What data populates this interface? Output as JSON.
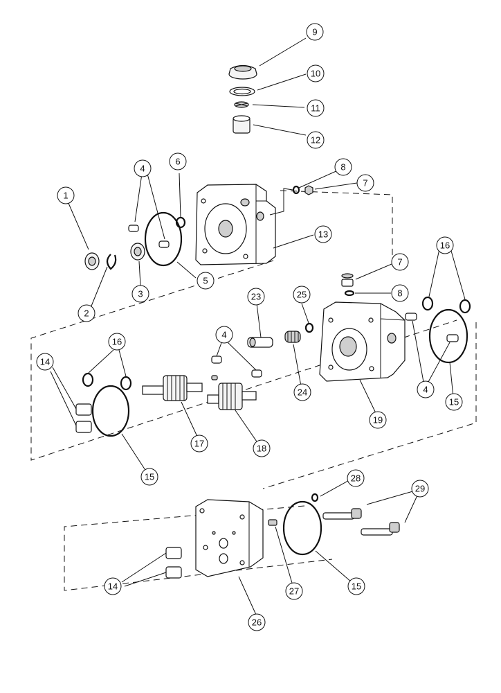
{
  "diagram": {
    "callouts": [
      {
        "id": "c9",
        "label": "9"
      },
      {
        "id": "c10",
        "label": "10"
      },
      {
        "id": "c11",
        "label": "11"
      },
      {
        "id": "c12",
        "label": "12"
      },
      {
        "id": "c1",
        "label": "1"
      },
      {
        "id": "c4a",
        "label": "4"
      },
      {
        "id": "c6",
        "label": "6"
      },
      {
        "id": "c8a",
        "label": "8"
      },
      {
        "id": "c7a",
        "label": "7"
      },
      {
        "id": "c13",
        "label": "13"
      },
      {
        "id": "c2",
        "label": "2"
      },
      {
        "id": "c3",
        "label": "3"
      },
      {
        "id": "c5",
        "label": "5"
      },
      {
        "id": "c16a",
        "label": "16"
      },
      {
        "id": "c7b",
        "label": "7"
      },
      {
        "id": "c8b",
        "label": "8"
      },
      {
        "id": "c23",
        "label": "23"
      },
      {
        "id": "c25",
        "label": "25"
      },
      {
        "id": "c4b",
        "label": "4"
      },
      {
        "id": "c16b",
        "label": "16"
      },
      {
        "id": "c14a",
        "label": "14"
      },
      {
        "id": "c24",
        "label": "24"
      },
      {
        "id": "c19",
        "label": "19"
      },
      {
        "id": "c4c",
        "label": "4"
      },
      {
        "id": "c15a",
        "label": "15"
      },
      {
        "id": "c17",
        "label": "17"
      },
      {
        "id": "c18",
        "label": "18"
      },
      {
        "id": "c15b",
        "label": "15"
      },
      {
        "id": "c28",
        "label": "28"
      },
      {
        "id": "c29",
        "label": "29"
      },
      {
        "id": "c14b",
        "label": "14"
      },
      {
        "id": "c27",
        "label": "27"
      },
      {
        "id": "c15c",
        "label": "15"
      },
      {
        "id": "c26",
        "label": "26"
      }
    ]
  }
}
